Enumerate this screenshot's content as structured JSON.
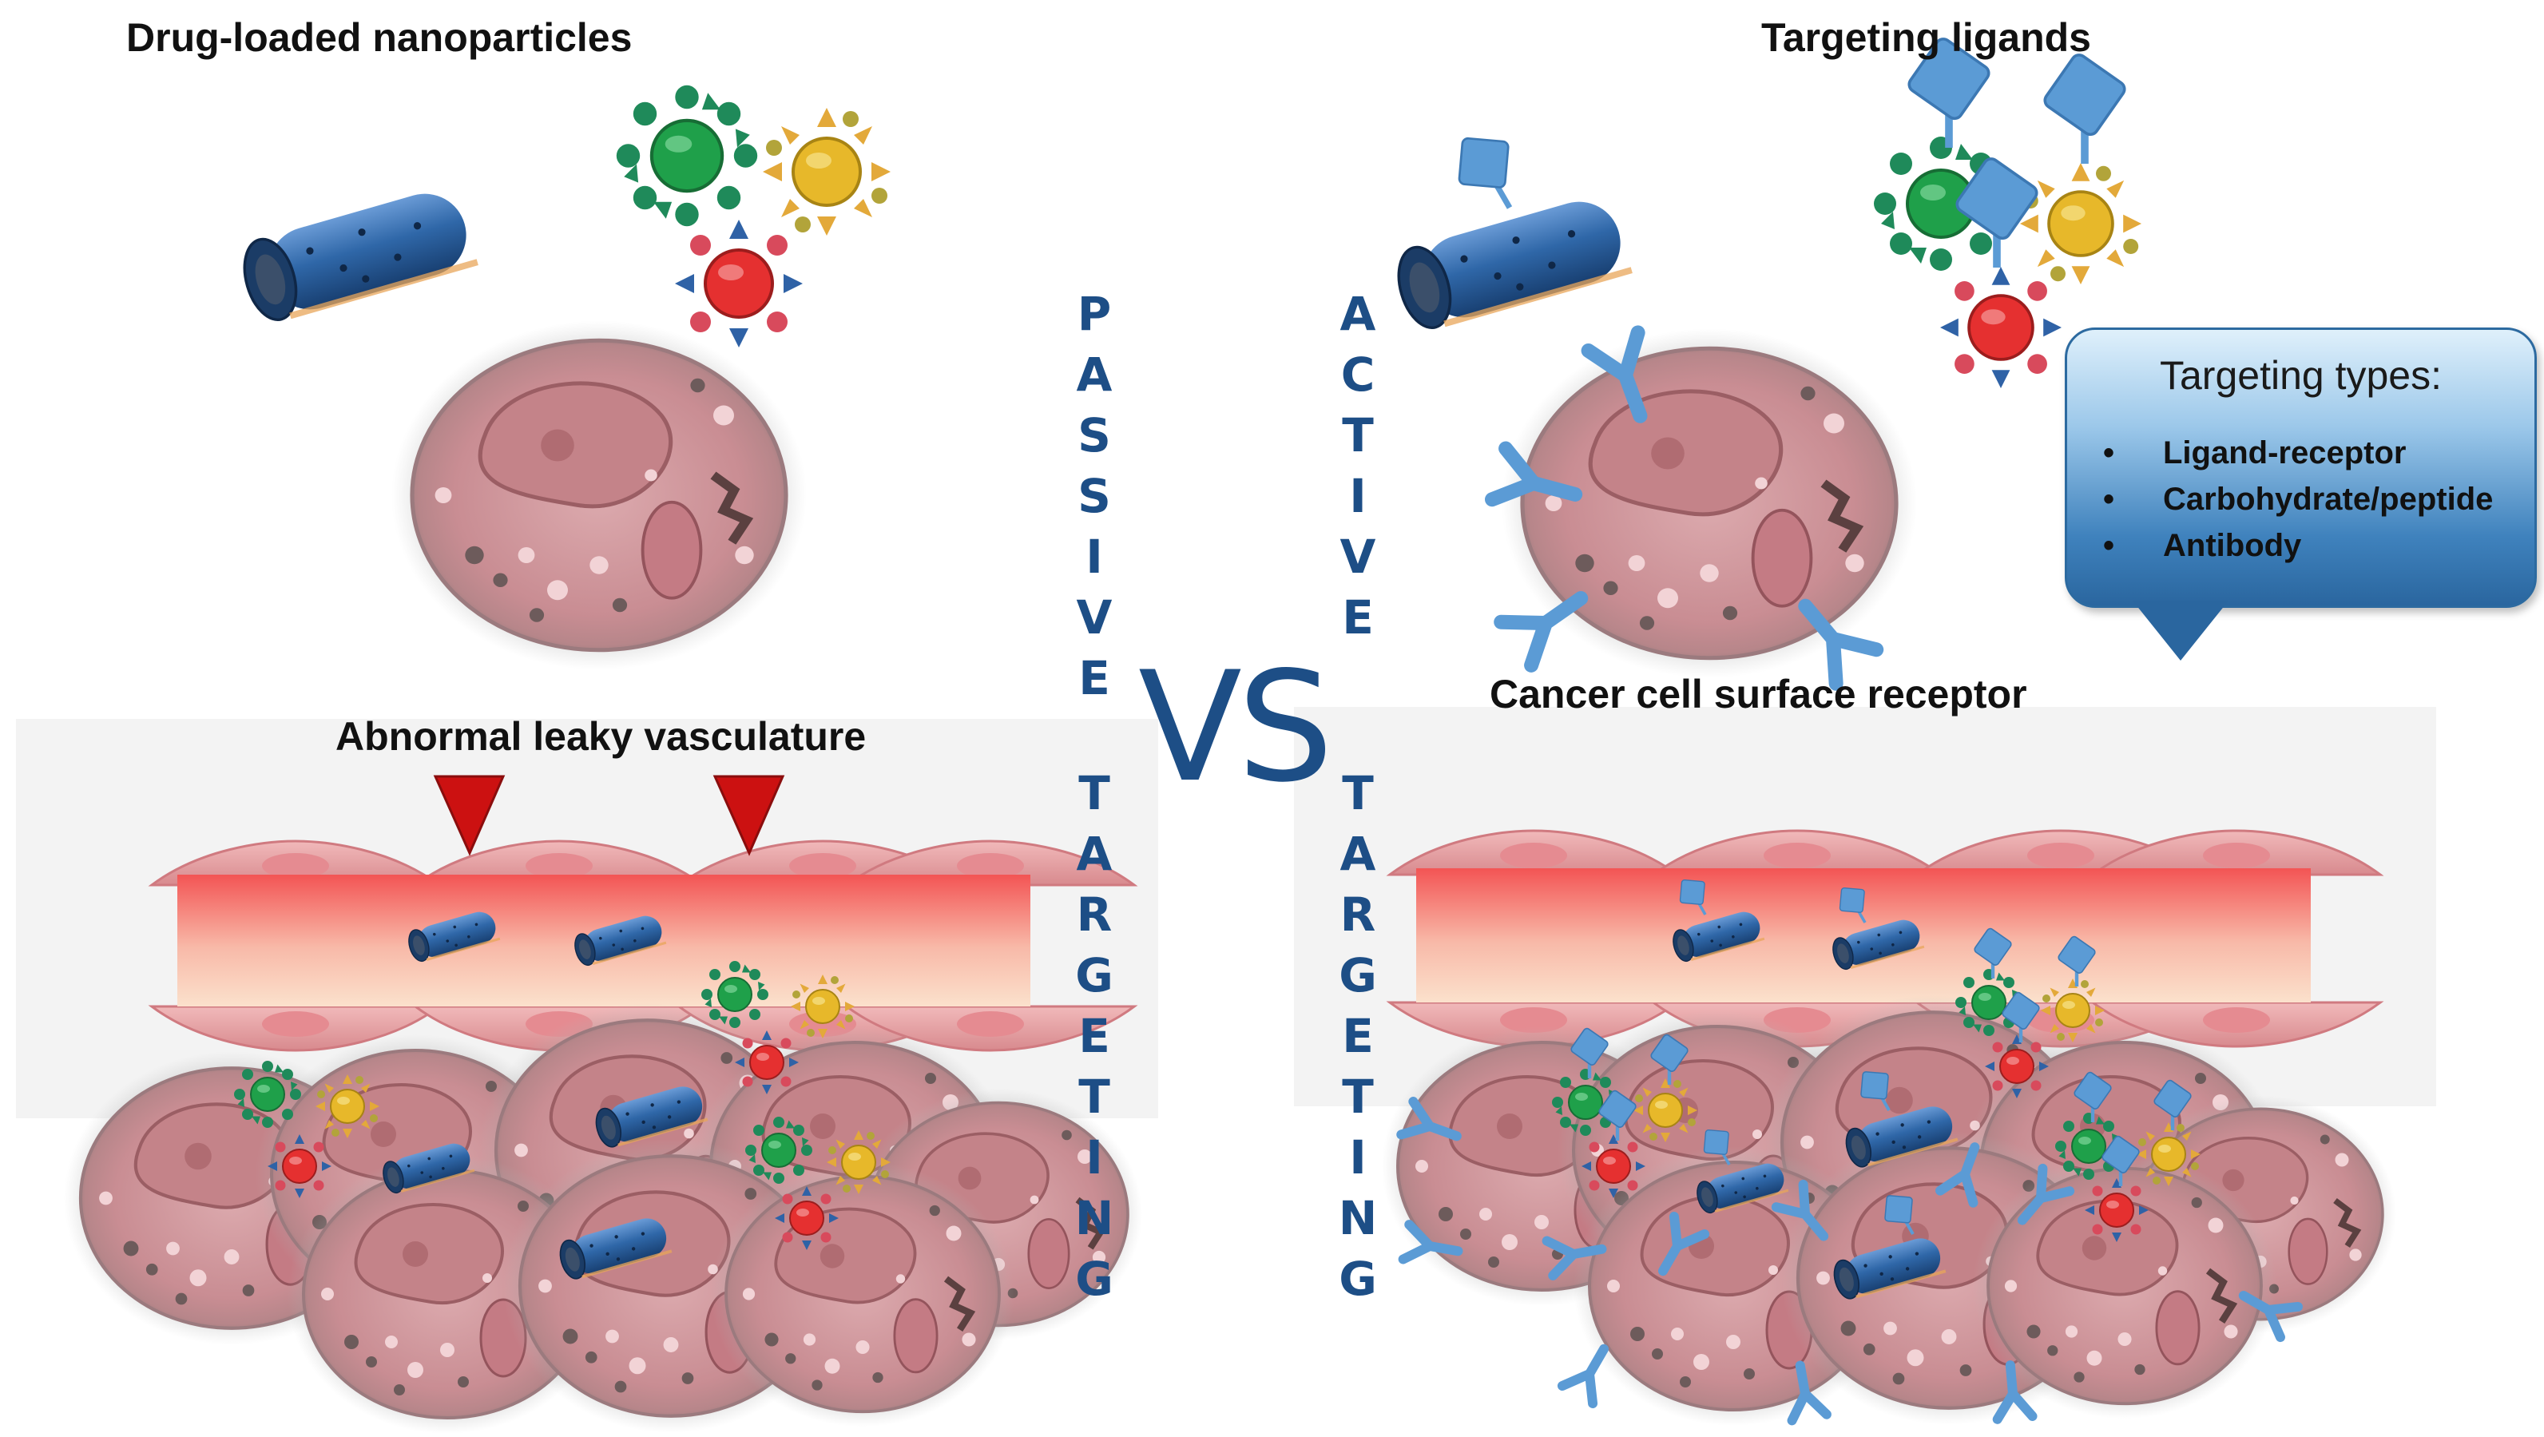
{
  "labels": {
    "drug_loaded": "Drug-loaded nanoparticles",
    "targeting_ligands": "Targeting ligands",
    "leaky_vasculature": "Abnormal leaky vasculature",
    "surface_receptor": "Cancer cell surface receptor",
    "vs": "VS"
  },
  "passive": {
    "word1": [
      "P",
      "A",
      "S",
      "S",
      "I",
      "V",
      "E"
    ],
    "word2": [
      "T",
      "A",
      "R",
      "G",
      "E",
      "T",
      "I",
      "N",
      "G"
    ]
  },
  "active": {
    "word1": [
      "A",
      "C",
      "T",
      "I",
      "V",
      "E"
    ],
    "word2": [
      "T",
      "A",
      "R",
      "G",
      "E",
      "T",
      "I",
      "N",
      "G"
    ]
  },
  "callout": {
    "title": "Targeting types:",
    "items": [
      "Ligand-receptor",
      "Carbohydrate/peptide",
      "Antibody"
    ]
  },
  "colors": {
    "nanotube": "#2f67a8",
    "ligand": "#5b9bd5",
    "text_blue": "#1d4e86",
    "np_green": "#1fa04a",
    "np_yellow": "#e7b82a",
    "np_red": "#e53030",
    "vessel_red": "#f06060",
    "cell_pink": "#d9a3a8"
  },
  "icons": [
    "nanotube-icon",
    "nanoparticle-icon",
    "cancer-cell-icon",
    "ligand-icon",
    "antibody-receptor-icon",
    "leak-arrow-icon"
  ]
}
